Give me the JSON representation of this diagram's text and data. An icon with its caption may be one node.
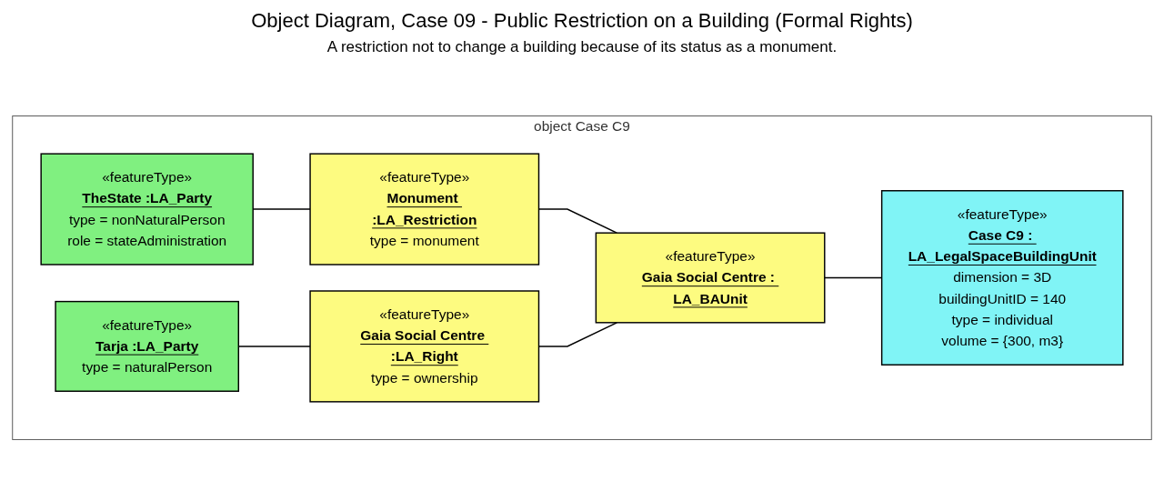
{
  "diagram": {
    "title": "Object Diagram, Case 09 - Public Restriction on a Building (Formal Rights)",
    "nodes": [
      {
        "text": [
          "object Case C9"
        ]
      },
      {
        "text": [
          "«featureType»",
          "TheState :LA_Party",
          "type = nonNaturalPerson",
          "role = stateAdministration"
        ],
        "in": 0
      },
      {
        "text": [
          "«featureType»",
          "Monument :LA_Restriction",
          "type = monument"
        ],
        "in": 0
      },
      {
        "text": [
          "«featureType»",
          "Tarja :LA_Party",
          "type = naturalPerson"
        ],
        "in": 0
      },
      {
        "text": [
          "«featureType»",
          "Gaia Social Centre :LA_Right",
          "type = ownership"
        ],
        "in": 0
      },
      {
        "text": [
          "«featureType»",
          "Gaia Social Centre : LA_BAUnit"
        ],
        "in": 0
      },
      {
        "text": [
          "«featureType»",
          "Case C9 : LA_LegalSpaceBuildingUnit",
          "dimension = 3D",
          "buildingUnitID = 140",
          "type = individual",
          "volume = {300, m3}"
        ],
        "in": 0
      }
    ],
    "edges": [
      {
        "from": 1,
        "to": 2,
        "arrow": "none"
      },
      {
        "from": 3,
        "to": 4,
        "arrow": "none"
      },
      {
        "from": 2,
        "to": 5,
        "arrow": "none"
      },
      {
        "from": 4,
        "to": 5,
        "arrow": "none"
      },
      {
        "from": 5,
        "to": 6,
        "arrow": "none"
      }
    ],
    "labels": [
      "A restriction not to change a building because of its status as a monument."
    ]
  }
}
